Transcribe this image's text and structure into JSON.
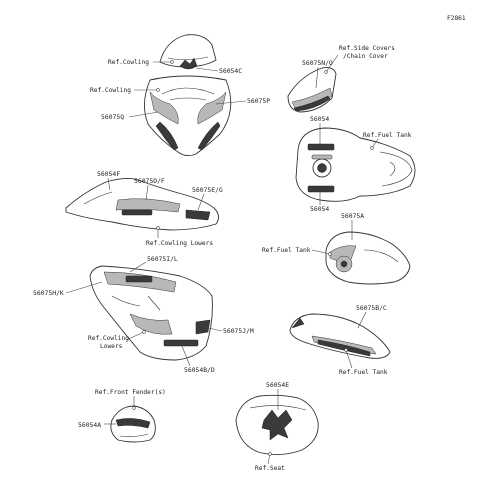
{
  "diagram_code": "F2861",
  "callouts": {
    "windshield_ref": "Ref.Cowling",
    "windshield_part": "56054C",
    "upper_cowl_ref": "Ref.Cowling",
    "upper_cowl_left": "56075Q",
    "upper_cowl_right": "56075P",
    "side_cover_ref_line1": "Ref.Side Covers",
    "side_cover_ref_line2": "/Chain Cover",
    "side_cover_part": "56075N/O",
    "tank_top_part_top": "56054",
    "tank_top_part_bottom": "56054",
    "tank_top_ref": "Ref.Fuel Tank",
    "tank_side_part": "56075A",
    "tank_side_ref": "Ref.Fuel Tank",
    "mid_fairing_part_f": "56054F",
    "mid_fairing_part_df": "56075D/F",
    "mid_fairing_part_eg": "56075E/G",
    "mid_fairing_ref": "Ref.Cowling Lowers",
    "lower_fairing_part_il": "56075I/L",
    "lower_fairing_part_hk": "56075H/K",
    "lower_fairing_ref_line1": "Ref.Cowling",
    "lower_fairing_ref_line2": "Lowers",
    "lower_fairing_part_jm": "56075J/M",
    "lower_fairing_part_bd": "56054B/D",
    "tank_cover_part": "56075B/C",
    "tank_cover_ref": "Ref.Fuel Tank",
    "fender_ref": "Ref.Front Fender(s)",
    "fender_part": "56054A",
    "seat_part": "56054E",
    "seat_ref": "Ref.Seat"
  }
}
